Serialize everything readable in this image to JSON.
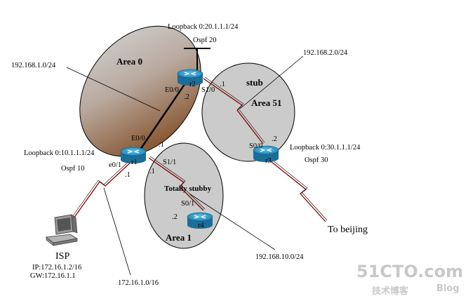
{
  "areas": {
    "area0": {
      "name": "Area 0"
    },
    "area51": {
      "name": "Area 51",
      "type": "stub"
    },
    "area1": {
      "name": "Area 1",
      "type": "Totally stubby"
    }
  },
  "routers": {
    "r1": {
      "name": "r1",
      "loopback": "Loopback 0:10.1.1.1/24",
      "ospf": "Ospf 10",
      "e0_0": "E0/0",
      "e0_0_addr": ".1",
      "s1_1": "S1/1",
      "s1_1_addr": ".1",
      "e0_1": "e0/1",
      "e0_1_addr": ".1"
    },
    "r2": {
      "name": "r2",
      "loopback": "Loopback 0:20.1.1.1/24",
      "ospf": "Ospf 20",
      "e0_0": "E0/0",
      "e0_0_addr": ".2",
      "s1_0": "S1/0",
      "s1_0_addr": ".1"
    },
    "r3": {
      "name": "r3",
      "loopback": "Loopback 0:30.1.1.1/24",
      "ospf": "Ospf 30",
      "s0_0": "S0/0",
      "s0_0_addr": ".2"
    },
    "r4": {
      "name": "r4",
      "s0_1": "S0/1",
      "s0_1_addr": ".2"
    }
  },
  "networks": {
    "net_r1_r2": "192.168.1.0/24",
    "net_r2_r3": "192.168.2.0/24",
    "net_r1_r4": "192.168.10.0/24",
    "net_isp": "172.16.1.0/16"
  },
  "isp": {
    "label": "ISP",
    "ip": "IP:172.16.1.2/16",
    "gw": "GW:172.16.1.1"
  },
  "beijing": {
    "label": "To beijing"
  },
  "watermark": {
    "brand": "51CTO.com",
    "sub": "技术博客",
    "blog": "Blog"
  },
  "colors": {
    "ellipse": "#c9c9c9",
    "area0_dark": "#8a5a35",
    "link": "#000000",
    "serial": "#8b0000"
  }
}
